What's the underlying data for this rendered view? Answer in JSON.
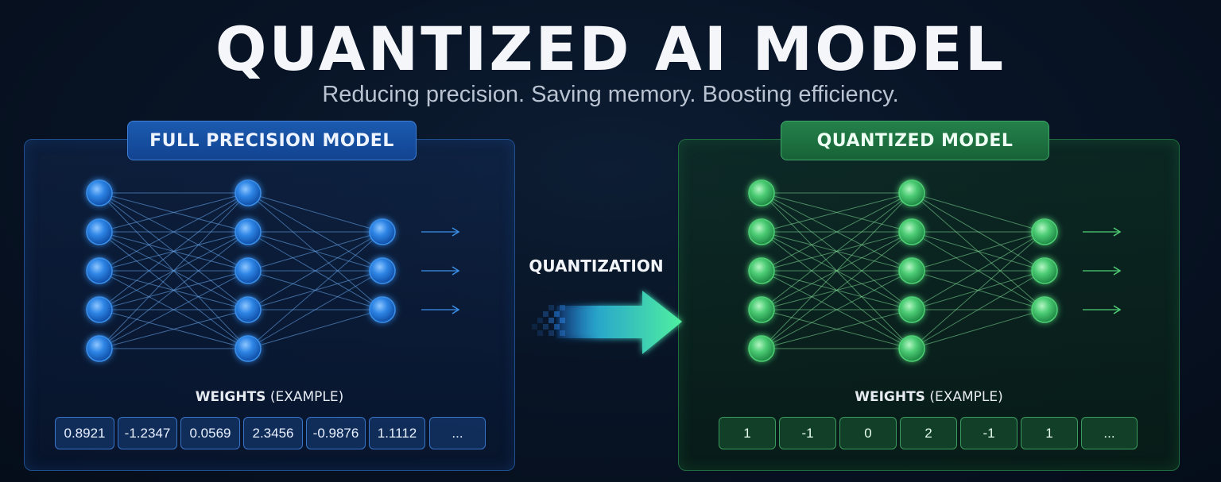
{
  "title": "QUANTIZED AI MODEL",
  "subtitle": "Reducing precision. Saving memory. Boosting efficiency.",
  "full_model": {
    "badge": "FULL PRECISION MODEL",
    "weights_label_bold": "WEIGHTS",
    "weights_label_rest": "(EXAMPLE)",
    "weights": [
      "0.8921",
      "-1.2347",
      "0.0569",
      "2.3456",
      "-0.9876",
      "1.1112",
      "..."
    ],
    "color": "#3b8fe8"
  },
  "quantized_model": {
    "badge": "QUANTIZED MODEL",
    "weights_label_bold": "WEIGHTS",
    "weights_label_rest": "(EXAMPLE)",
    "weights": [
      "1",
      "-1",
      "0",
      "2",
      "-1",
      "1",
      "..."
    ],
    "color": "#4fcf75"
  },
  "transition": {
    "label": "QUANTIZATION",
    "arrow_icon": "right-arrow-icon"
  },
  "network": {
    "layers": [
      5,
      5,
      3
    ],
    "outputs": 3
  }
}
